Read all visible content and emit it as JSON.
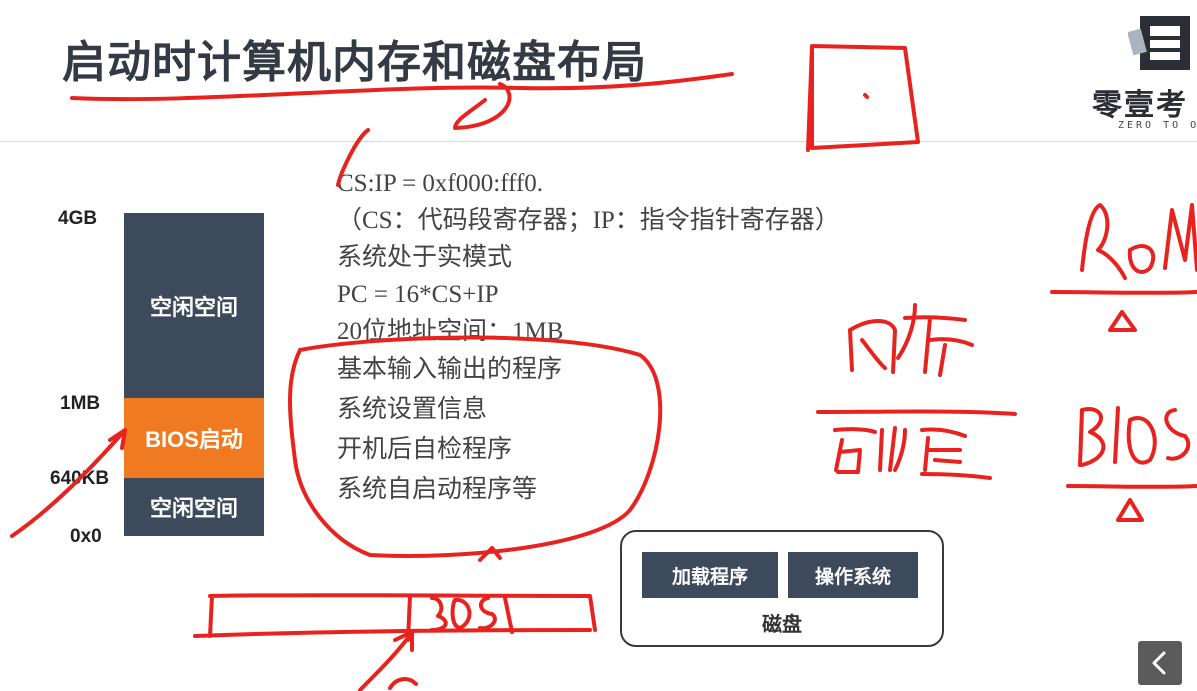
{
  "slide": {
    "title": "启动时计算机内存和磁盘布局"
  },
  "logo": {
    "name": "零壹考",
    "tagline": "ZERO TO ON"
  },
  "memory": {
    "segments": [
      {
        "label": "空闲空间"
      },
      {
        "label": "BIOS启动"
      },
      {
        "label": "空闲空间"
      }
    ],
    "addresses": [
      "4GB",
      "1MB",
      "640KB",
      "0x0"
    ]
  },
  "text_lines": [
    "CS:IP = 0xf000:fff0.",
    "（CS：代码段寄存器；IP：指令指针寄存器）",
    "系统处于实模式",
    "PC = 16*CS+IP",
    "20位地址空间：1MB",
    "基本输入输出的程序",
    "系统设置信息",
    "开机后自检程序",
    "系统自启动程序等"
  ],
  "disk": {
    "buttons": [
      "加载程序",
      "操作系统"
    ],
    "label": "磁盘"
  },
  "icons": {
    "back": "chevron-left-icon"
  },
  "colors": {
    "slate": "#3d4a5b",
    "orange": "#f07a22",
    "ink": "#e8231f"
  }
}
